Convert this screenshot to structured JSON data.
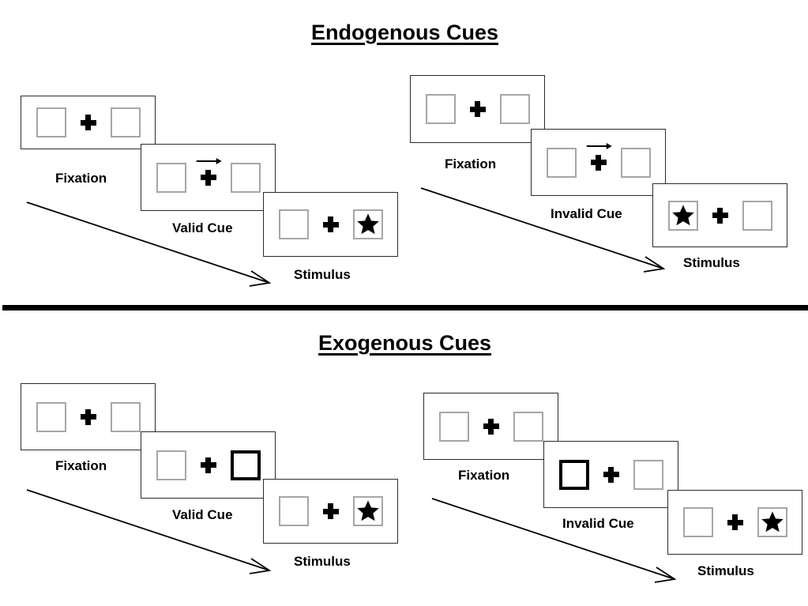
{
  "figure": {
    "title_top": "Endogenous Cues",
    "title_bottom": "Exogenous Cues"
  },
  "icons": {
    "fixation_cross": "plus-cross-icon",
    "star": "star-icon",
    "arrow_right": "arrow-right-icon",
    "sequence_arrow": "diagonal-sequence-arrow-icon"
  },
  "colors": {
    "ink": "#000000",
    "panel_border": "#2b2b2b",
    "box_border": "#a6a6a6",
    "cued_box_border": "#000000",
    "background": "#ffffff"
  },
  "sections": [
    {
      "id": "endogenous",
      "title": "Endogenous Cues",
      "trials": [
        {
          "id": "endogenous-valid",
          "condition": "Valid",
          "frames": [
            {
              "caption": "Fixation",
              "left_box": {
                "cued": false,
                "star": false
              },
              "right_box": {
                "cued": false,
                "star": false
              },
              "center_cue": "none"
            },
            {
              "caption": "Valid Cue",
              "left_box": {
                "cued": false,
                "star": false
              },
              "right_box": {
                "cued": false,
                "star": false
              },
              "center_cue": "arrow-right"
            },
            {
              "caption": "Stimulus",
              "left_box": {
                "cued": false,
                "star": false
              },
              "right_box": {
                "cued": false,
                "star": true
              },
              "center_cue": "none"
            }
          ]
        },
        {
          "id": "endogenous-invalid",
          "condition": "Invalid",
          "frames": [
            {
              "caption": "Fixation",
              "left_box": {
                "cued": false,
                "star": false
              },
              "right_box": {
                "cued": false,
                "star": false
              },
              "center_cue": "none"
            },
            {
              "caption": "Invalid Cue",
              "left_box": {
                "cued": false,
                "star": false
              },
              "right_box": {
                "cued": false,
                "star": false
              },
              "center_cue": "arrow-right"
            },
            {
              "caption": "Stimulus",
              "left_box": {
                "cued": false,
                "star": true
              },
              "right_box": {
                "cued": false,
                "star": false
              },
              "center_cue": "none"
            }
          ]
        }
      ]
    },
    {
      "id": "exogenous",
      "title": "Exogenous Cues",
      "trials": [
        {
          "id": "exogenous-valid",
          "condition": "Valid",
          "frames": [
            {
              "caption": "Fixation",
              "left_box": {
                "cued": false,
                "star": false
              },
              "right_box": {
                "cued": false,
                "star": false
              },
              "center_cue": "none"
            },
            {
              "caption": "Valid Cue",
              "left_box": {
                "cued": false,
                "star": false
              },
              "right_box": {
                "cued": true,
                "star": false
              },
              "center_cue": "none"
            },
            {
              "caption": "Stimulus",
              "left_box": {
                "cued": false,
                "star": false
              },
              "right_box": {
                "cued": false,
                "star": true
              },
              "center_cue": "none"
            }
          ]
        },
        {
          "id": "exogenous-invalid",
          "condition": "Invalid",
          "frames": [
            {
              "caption": "Fixation",
              "left_box": {
                "cued": false,
                "star": false
              },
              "right_box": {
                "cued": false,
                "star": false
              },
              "center_cue": "none"
            },
            {
              "caption": "Invalid Cue",
              "left_box": {
                "cued": true,
                "star": false
              },
              "right_box": {
                "cued": false,
                "star": false
              },
              "center_cue": "none"
            },
            {
              "caption": "Stimulus",
              "left_box": {
                "cued": false,
                "star": false
              },
              "right_box": {
                "cued": false,
                "star": true
              },
              "center_cue": "none"
            }
          ]
        }
      ]
    }
  ],
  "captions": {
    "endogenous_valid": [
      "Fixation",
      "Valid Cue",
      "Stimulus"
    ],
    "endogenous_invalid": [
      "Fixation",
      "Invalid Cue",
      "Stimulus"
    ],
    "exogenous_valid": [
      "Fixation",
      "Valid Cue",
      "Stimulus"
    ],
    "exogenous_invalid": [
      "Fixation",
      "Invalid Cue",
      "Stimulus"
    ]
  }
}
